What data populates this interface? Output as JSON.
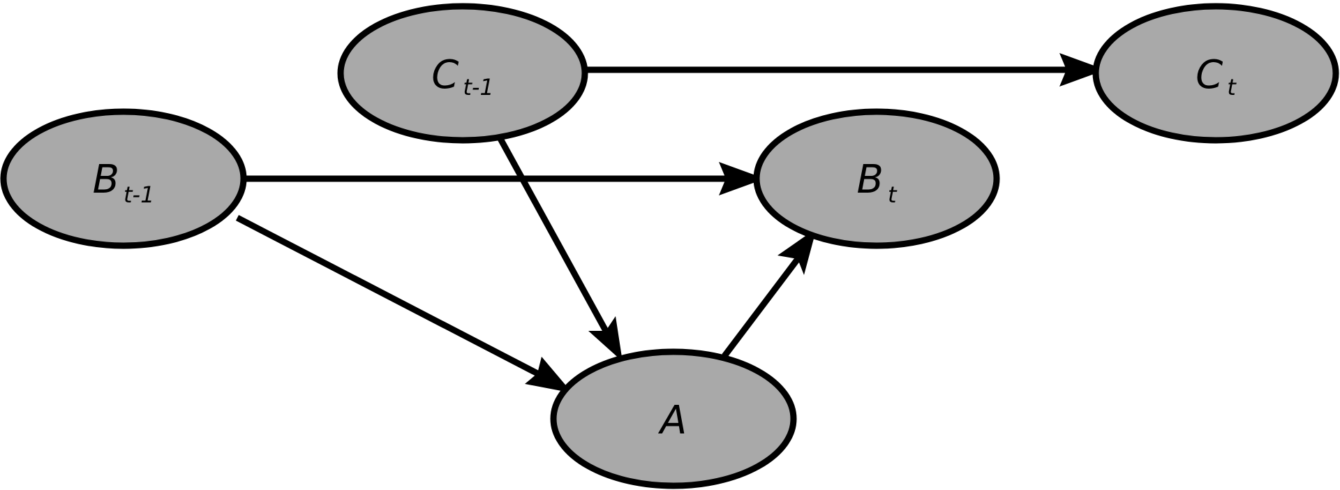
{
  "diagram": {
    "type": "directed-graph",
    "colors": {
      "node_fill": "#a9a9a9",
      "node_stroke": "#000000",
      "edge": "#000000",
      "background": "#ffffff"
    },
    "nodes": {
      "c_prev": {
        "label": "C",
        "subscript": "t-1"
      },
      "c_t": {
        "label": "C",
        "subscript": "t"
      },
      "b_prev": {
        "label": "B",
        "subscript": "t-1"
      },
      "b_t": {
        "label": "B",
        "subscript": "t"
      },
      "a": {
        "label": "A",
        "subscript": ""
      }
    },
    "edges": [
      {
        "from": "c_prev",
        "to": "c_t"
      },
      {
        "from": "b_prev",
        "to": "b_t"
      },
      {
        "from": "c_prev",
        "to": "a"
      },
      {
        "from": "b_prev",
        "to": "a"
      },
      {
        "from": "a",
        "to": "b_t"
      }
    ]
  }
}
